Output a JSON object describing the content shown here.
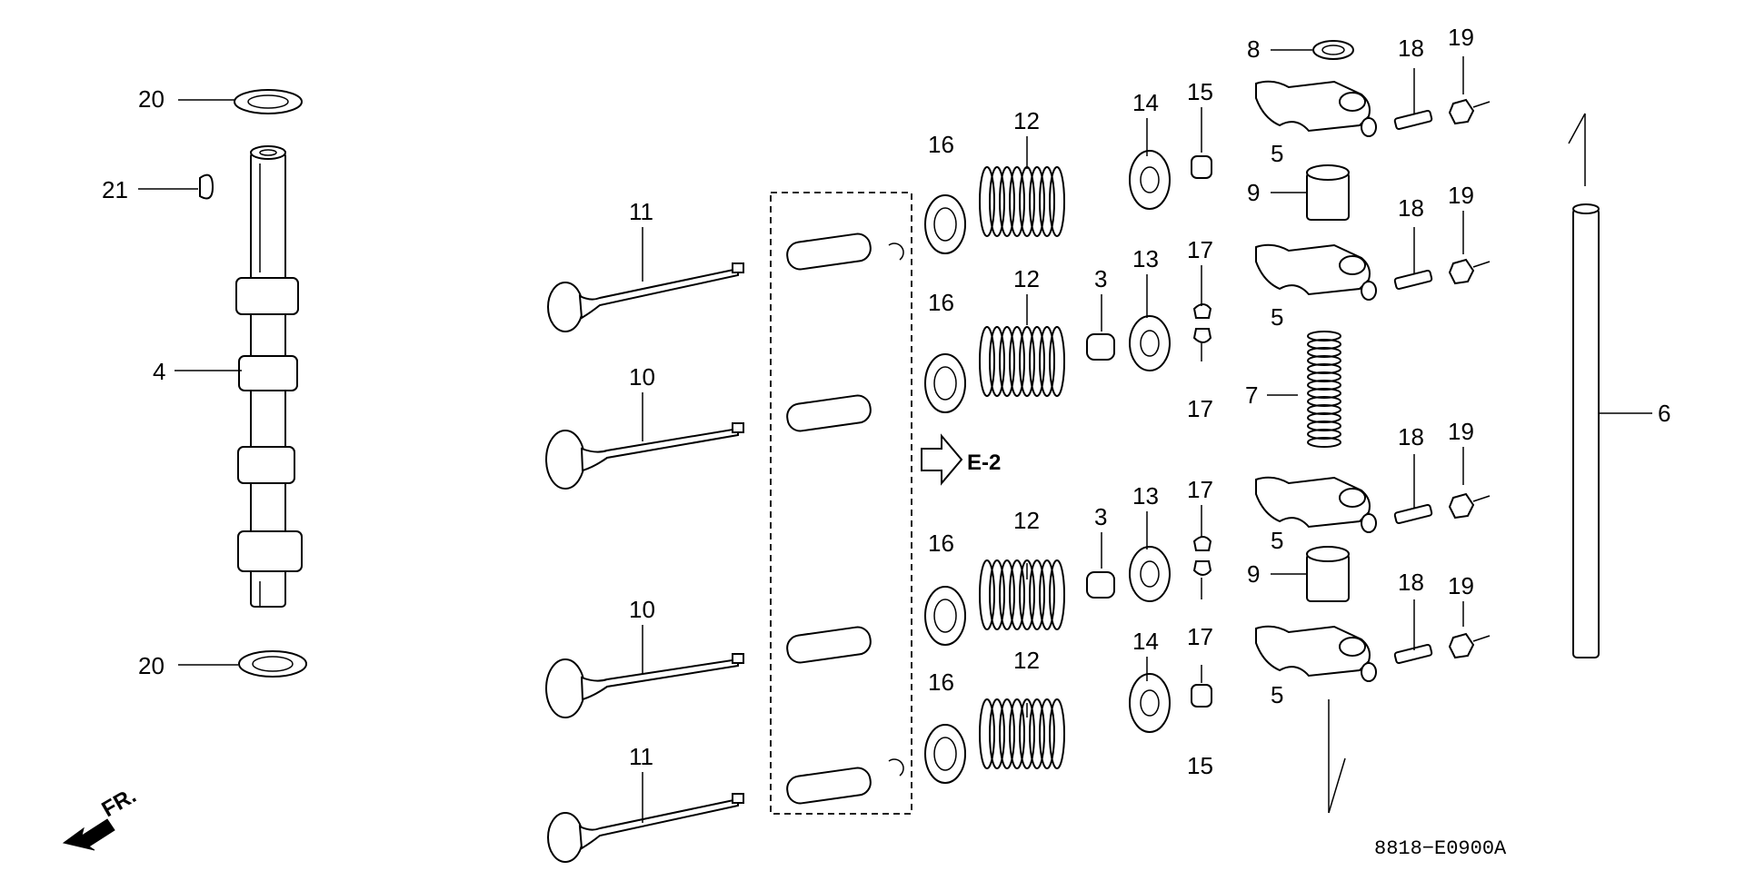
{
  "labels": {
    "p3": "3",
    "p4": "4",
    "p5": "5",
    "p6": "6",
    "p7": "7",
    "p8": "8",
    "p9": "9",
    "p10": "10",
    "p11": "11",
    "p12": "12",
    "p13": "13",
    "p14": "14",
    "p15": "15",
    "p16": "16",
    "p17": "17",
    "p18": "18",
    "p19": "19",
    "p20": "20",
    "p21": "21"
  },
  "reference": "E-2",
  "front_indicator": "FR.",
  "diagram_code": "8818−E0900A"
}
